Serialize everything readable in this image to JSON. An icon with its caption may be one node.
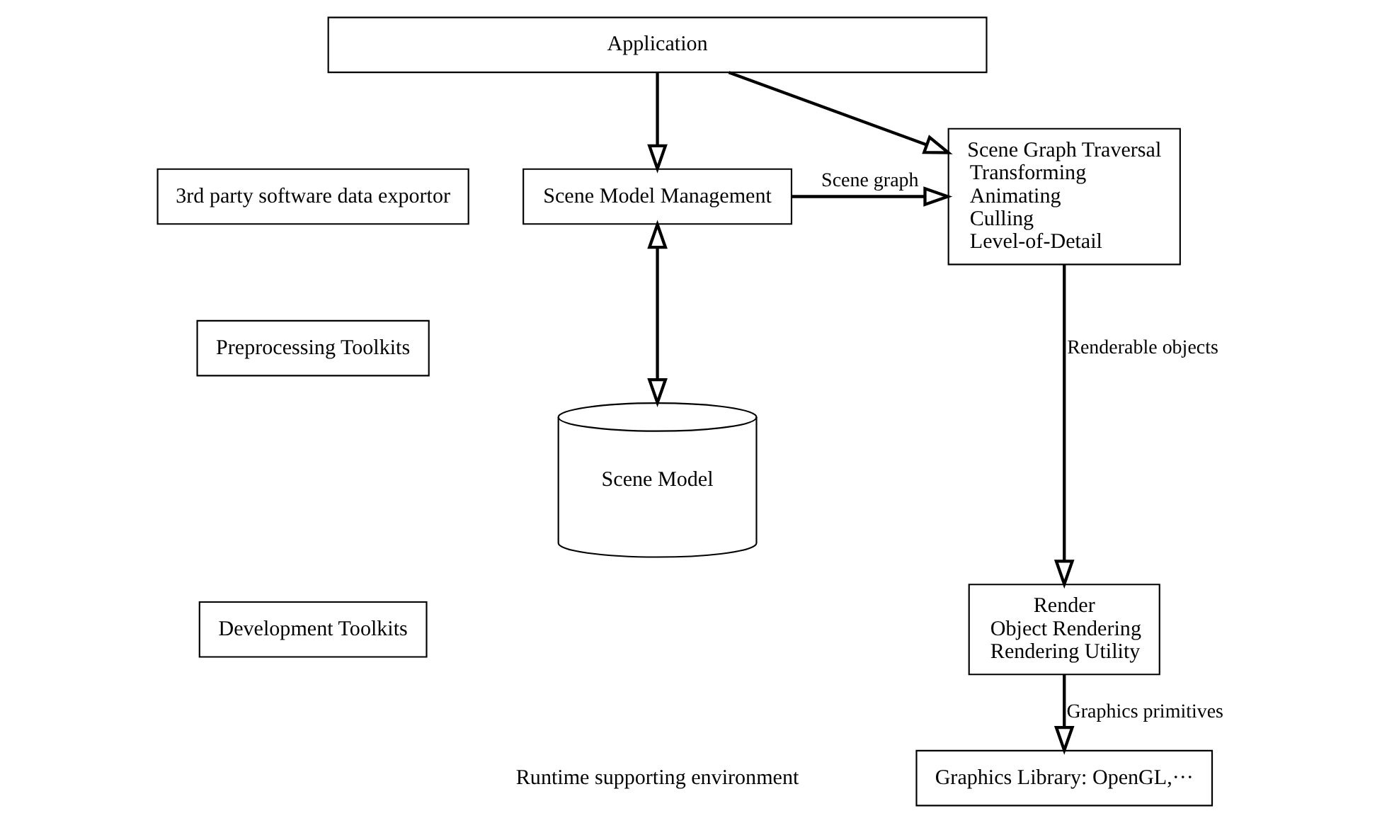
{
  "diagram": {
    "nodes": [
      {
        "text": [
          "Application"
        ]
      },
      {
        "text": [
          "3rd party software data exportor"
        ]
      },
      {
        "text": [
          "Scene Model Management"
        ]
      },
      {
        "text": [
          "Scene Graph Traversal",
          "Transforming",
          "Animating",
          "Culling",
          "Level-of-Detail"
        ]
      },
      {
        "text": [
          "Preprocessing Toolkits"
        ]
      },
      {
        "text": [
          "Scene Model"
        ]
      },
      {
        "text": [
          "Development Toolkits"
        ]
      },
      {
        "text": [
          "Render",
          "Object Rendering",
          "Rendering Utility"
        ]
      },
      {
        "text": [
          "Graphics Library: OpenGL,···"
        ]
      }
    ],
    "edges": [
      {
        "from": 0,
        "to": 2,
        "arrow": "to"
      },
      {
        "from": 0,
        "to": 3,
        "arrow": "to"
      },
      {
        "from": 2,
        "to": 3,
        "arrow": "to",
        "label": "Scene graph"
      },
      {
        "from": 2,
        "to": 5,
        "arrow": "both"
      },
      {
        "from": 3,
        "to": 7,
        "arrow": "to",
        "label": "Renderable objects"
      },
      {
        "from": 7,
        "to": 8,
        "arrow": "to",
        "label": "Graphics primitives"
      }
    ],
    "labels": [
      "Runtime supporting environment"
    ]
  }
}
